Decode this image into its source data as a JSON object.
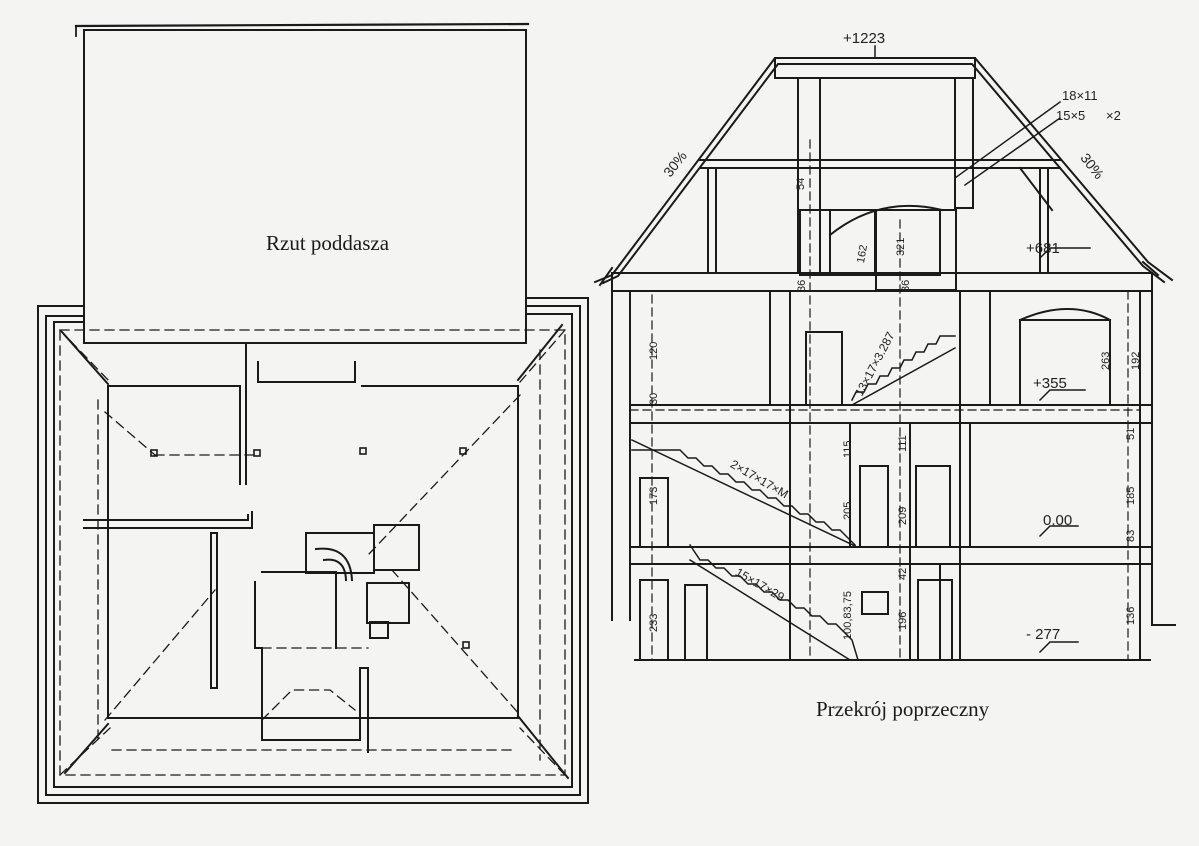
{
  "plan": {
    "title": "Rzut poddasza"
  },
  "section": {
    "title": "Przekrój poprzeczny",
    "levels": {
      "ridge": "+1223",
      "attic": "+681",
      "first_floor": "+355",
      "ground_floor": "0.00",
      "basement": "- 277"
    },
    "roof_pitch_left": "30%",
    "roof_pitch_right": "30%",
    "timber_1": "18×11",
    "timber_2": "15×5",
    "timber_2_count": "×2",
    "stair_upper": "13×17×3.287",
    "stair_middle": "2×17×17×M",
    "stair_lower": "15×17×29",
    "dims": {
      "d54": "54",
      "d162": "162",
      "d321": "321",
      "d36a": "36",
      "d36b": "36",
      "d263": "263",
      "d192": "192",
      "d120": "120",
      "d30": "30",
      "d115": "115",
      "d205": "205",
      "d209": "209",
      "d111": "111",
      "d51": "51",
      "d185": "185",
      "d83": "83",
      "d173": "173",
      "d136": "136",
      "d196": "196",
      "d233": "233",
      "d42": "42",
      "d100": "100,83,75"
    }
  }
}
